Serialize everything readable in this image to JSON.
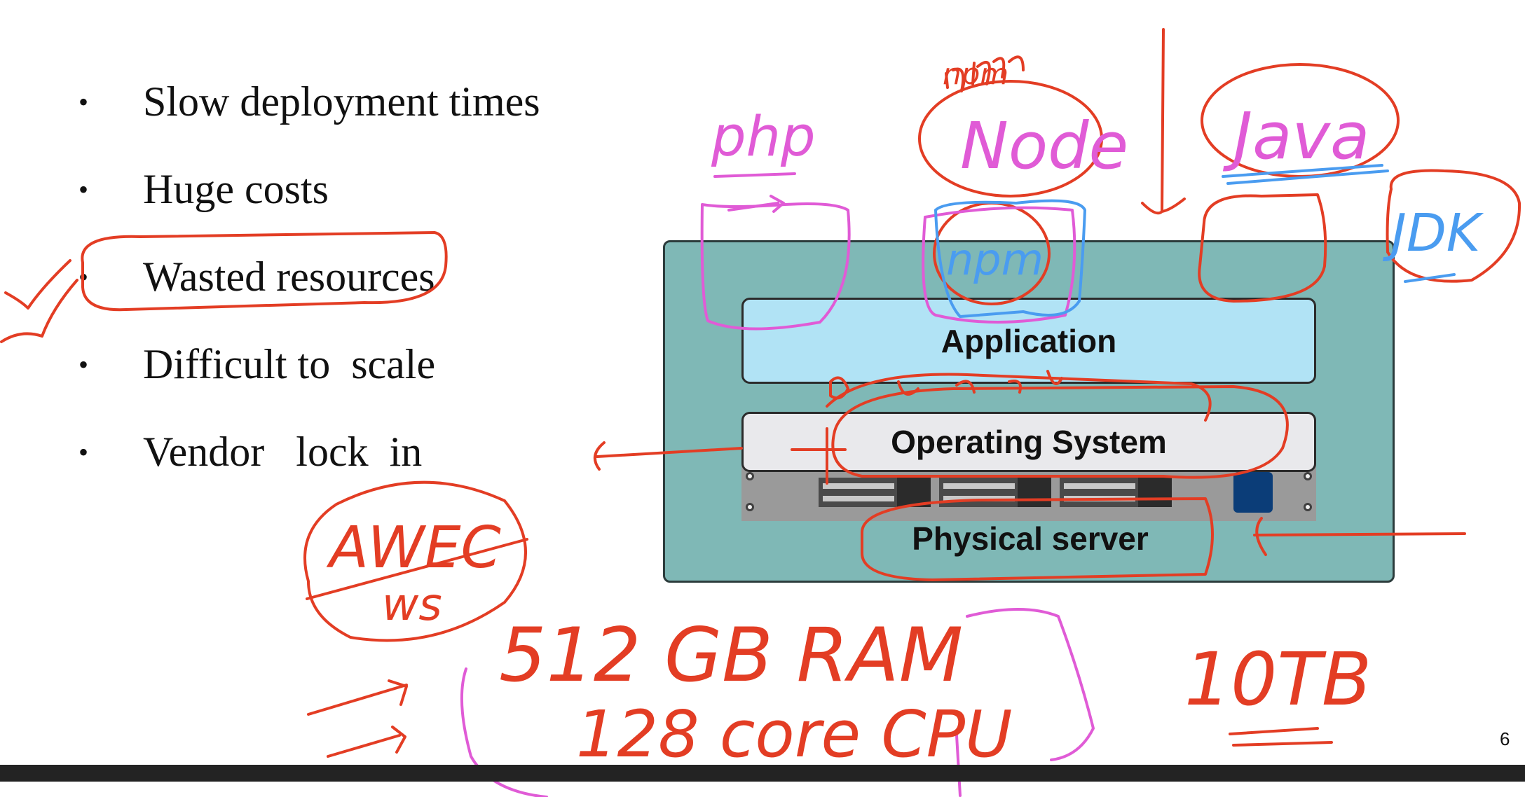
{
  "slide": {
    "bullets": [
      {
        "marker": "•",
        "text": "Slow deployment times"
      },
      {
        "marker": "•",
        "text": "Huge costs"
      },
      {
        "marker": "•",
        "text": "Wasted resources"
      },
      {
        "marker": "•",
        "text": "Difficult to  scale"
      },
      {
        "marker": "•",
        "text": "Vendor   lock  in"
      }
    ],
    "diagram": {
      "application_label": "Application",
      "os_label": "Operating System",
      "server_label": "Physical server"
    },
    "page_number": "6"
  },
  "handwriting": {
    "php": "php",
    "npm_top": "npm",
    "node": "Node",
    "npm_inside": "npm",
    "java": "Java",
    "jdk": "JDK",
    "awec": "AWEC",
    "ws": "ws",
    "ram": "512 GB RAM",
    "cpu": "128  core  CPU",
    "storage": "10TB"
  },
  "colors": {
    "red_ink": "#e33d24",
    "pink_ink": "#e05bd6",
    "blue_ink": "#4a9cf0",
    "server_bg": "#7fb8b6",
    "app_bg": "#b1e3f5",
    "os_bg": "#e9e9ec",
    "bar": "#232323"
  }
}
